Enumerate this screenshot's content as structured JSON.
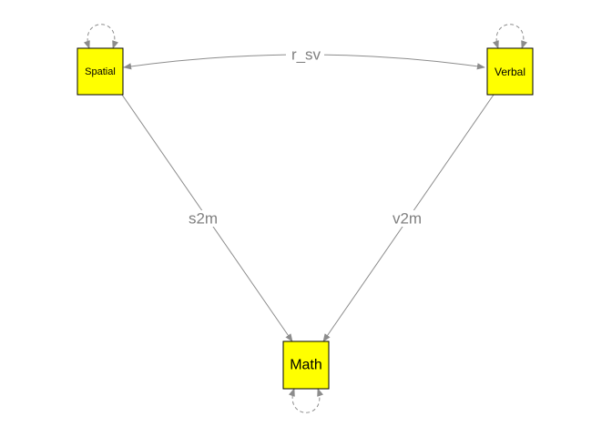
{
  "colors": {
    "node_fill": "#ffff00",
    "node_border": "#000000",
    "edge": "#8c8c8c",
    "edge_label": "#808080",
    "background": "#ffffff"
  },
  "nodes": {
    "spatial": {
      "label": "Spatial"
    },
    "verbal": {
      "label": "Verbal"
    },
    "math": {
      "label": "Math"
    }
  },
  "edges": {
    "covariance": {
      "label": "r_sv",
      "from": "Spatial",
      "to": "Verbal",
      "style": "curved double-headed arrow"
    },
    "spatial_to_math": {
      "label": "s2m",
      "from": "Spatial",
      "to": "Math",
      "style": "directed arrow"
    },
    "verbal_to_math": {
      "label": "v2m",
      "from": "Verbal",
      "to": "Math",
      "style": "directed arrow"
    }
  }
}
